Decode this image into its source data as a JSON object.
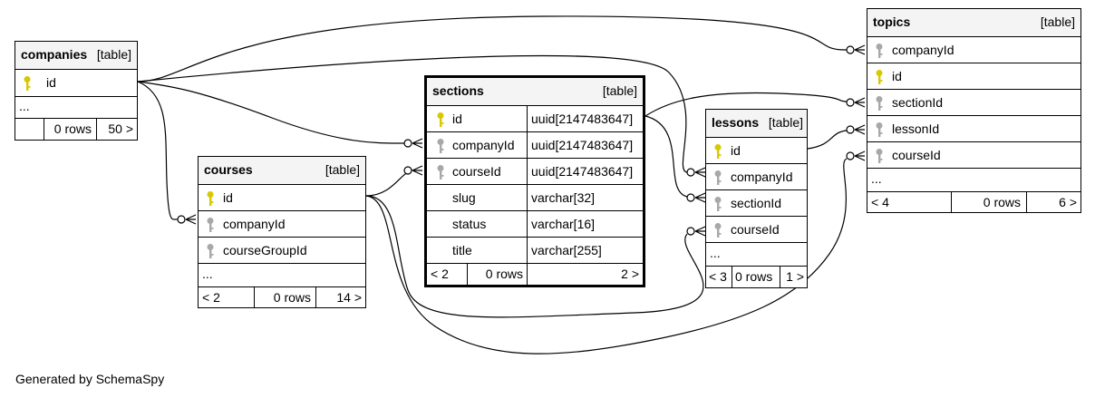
{
  "tables": {
    "companies": {
      "name": "companies",
      "tag": "[table]",
      "columns": [
        {
          "name": "id",
          "key": "primary"
        }
      ],
      "ellipsis": "...",
      "nav": {
        "prev": "",
        "rows": "0 rows",
        "next": "50 >"
      }
    },
    "courses": {
      "name": "courses",
      "tag": "[table]",
      "columns": [
        {
          "name": "id",
          "key": "primary"
        },
        {
          "name": "companyId",
          "key": "foreign"
        },
        {
          "name": "courseGroupId",
          "key": "foreign"
        }
      ],
      "ellipsis": "...",
      "nav": {
        "prev": "< 2",
        "rows": "0 rows",
        "next": "14 >"
      }
    },
    "sections": {
      "name": "sections",
      "tag": "[table]",
      "columns": [
        {
          "name": "id",
          "type": "uuid[2147483647]",
          "key": "primary"
        },
        {
          "name": "companyId",
          "type": "uuid[2147483647]",
          "key": "foreign"
        },
        {
          "name": "courseId",
          "type": "uuid[2147483647]",
          "key": "foreign"
        },
        {
          "name": "slug",
          "type": "varchar[32]",
          "key": "none"
        },
        {
          "name": "status",
          "type": "varchar[16]",
          "key": "none"
        },
        {
          "name": "title",
          "type": "varchar[255]",
          "key": "none"
        }
      ],
      "nav": {
        "prev": "< 2",
        "rows": "0 rows",
        "next": "2 >"
      }
    },
    "lessons": {
      "name": "lessons",
      "tag": "[table]",
      "columns": [
        {
          "name": "id",
          "key": "primary"
        },
        {
          "name": "companyId",
          "key": "foreign"
        },
        {
          "name": "sectionId",
          "key": "foreign"
        },
        {
          "name": "courseId",
          "key": "foreign"
        }
      ],
      "ellipsis": "...",
      "nav": {
        "prev": "< 3",
        "rows": "0 rows",
        "next": "1 >"
      }
    },
    "topics": {
      "name": "topics",
      "tag": "[table]",
      "columns": [
        {
          "name": "companyId",
          "key": "foreign"
        },
        {
          "name": "id",
          "key": "primary"
        },
        {
          "name": "sectionId",
          "key": "foreign"
        },
        {
          "name": "lessonId",
          "key": "foreign"
        },
        {
          "name": "courseId",
          "key": "foreign"
        }
      ],
      "ellipsis": "...",
      "nav": {
        "prev": "< 4",
        "rows": "0 rows",
        "next": "6 >"
      }
    }
  },
  "colors": {
    "primary_key": "#d8c800",
    "foreign_key": "#a8a8a8",
    "header_bg": "#f4f4f4"
  },
  "footer": "Generated by SchemaSpy"
}
